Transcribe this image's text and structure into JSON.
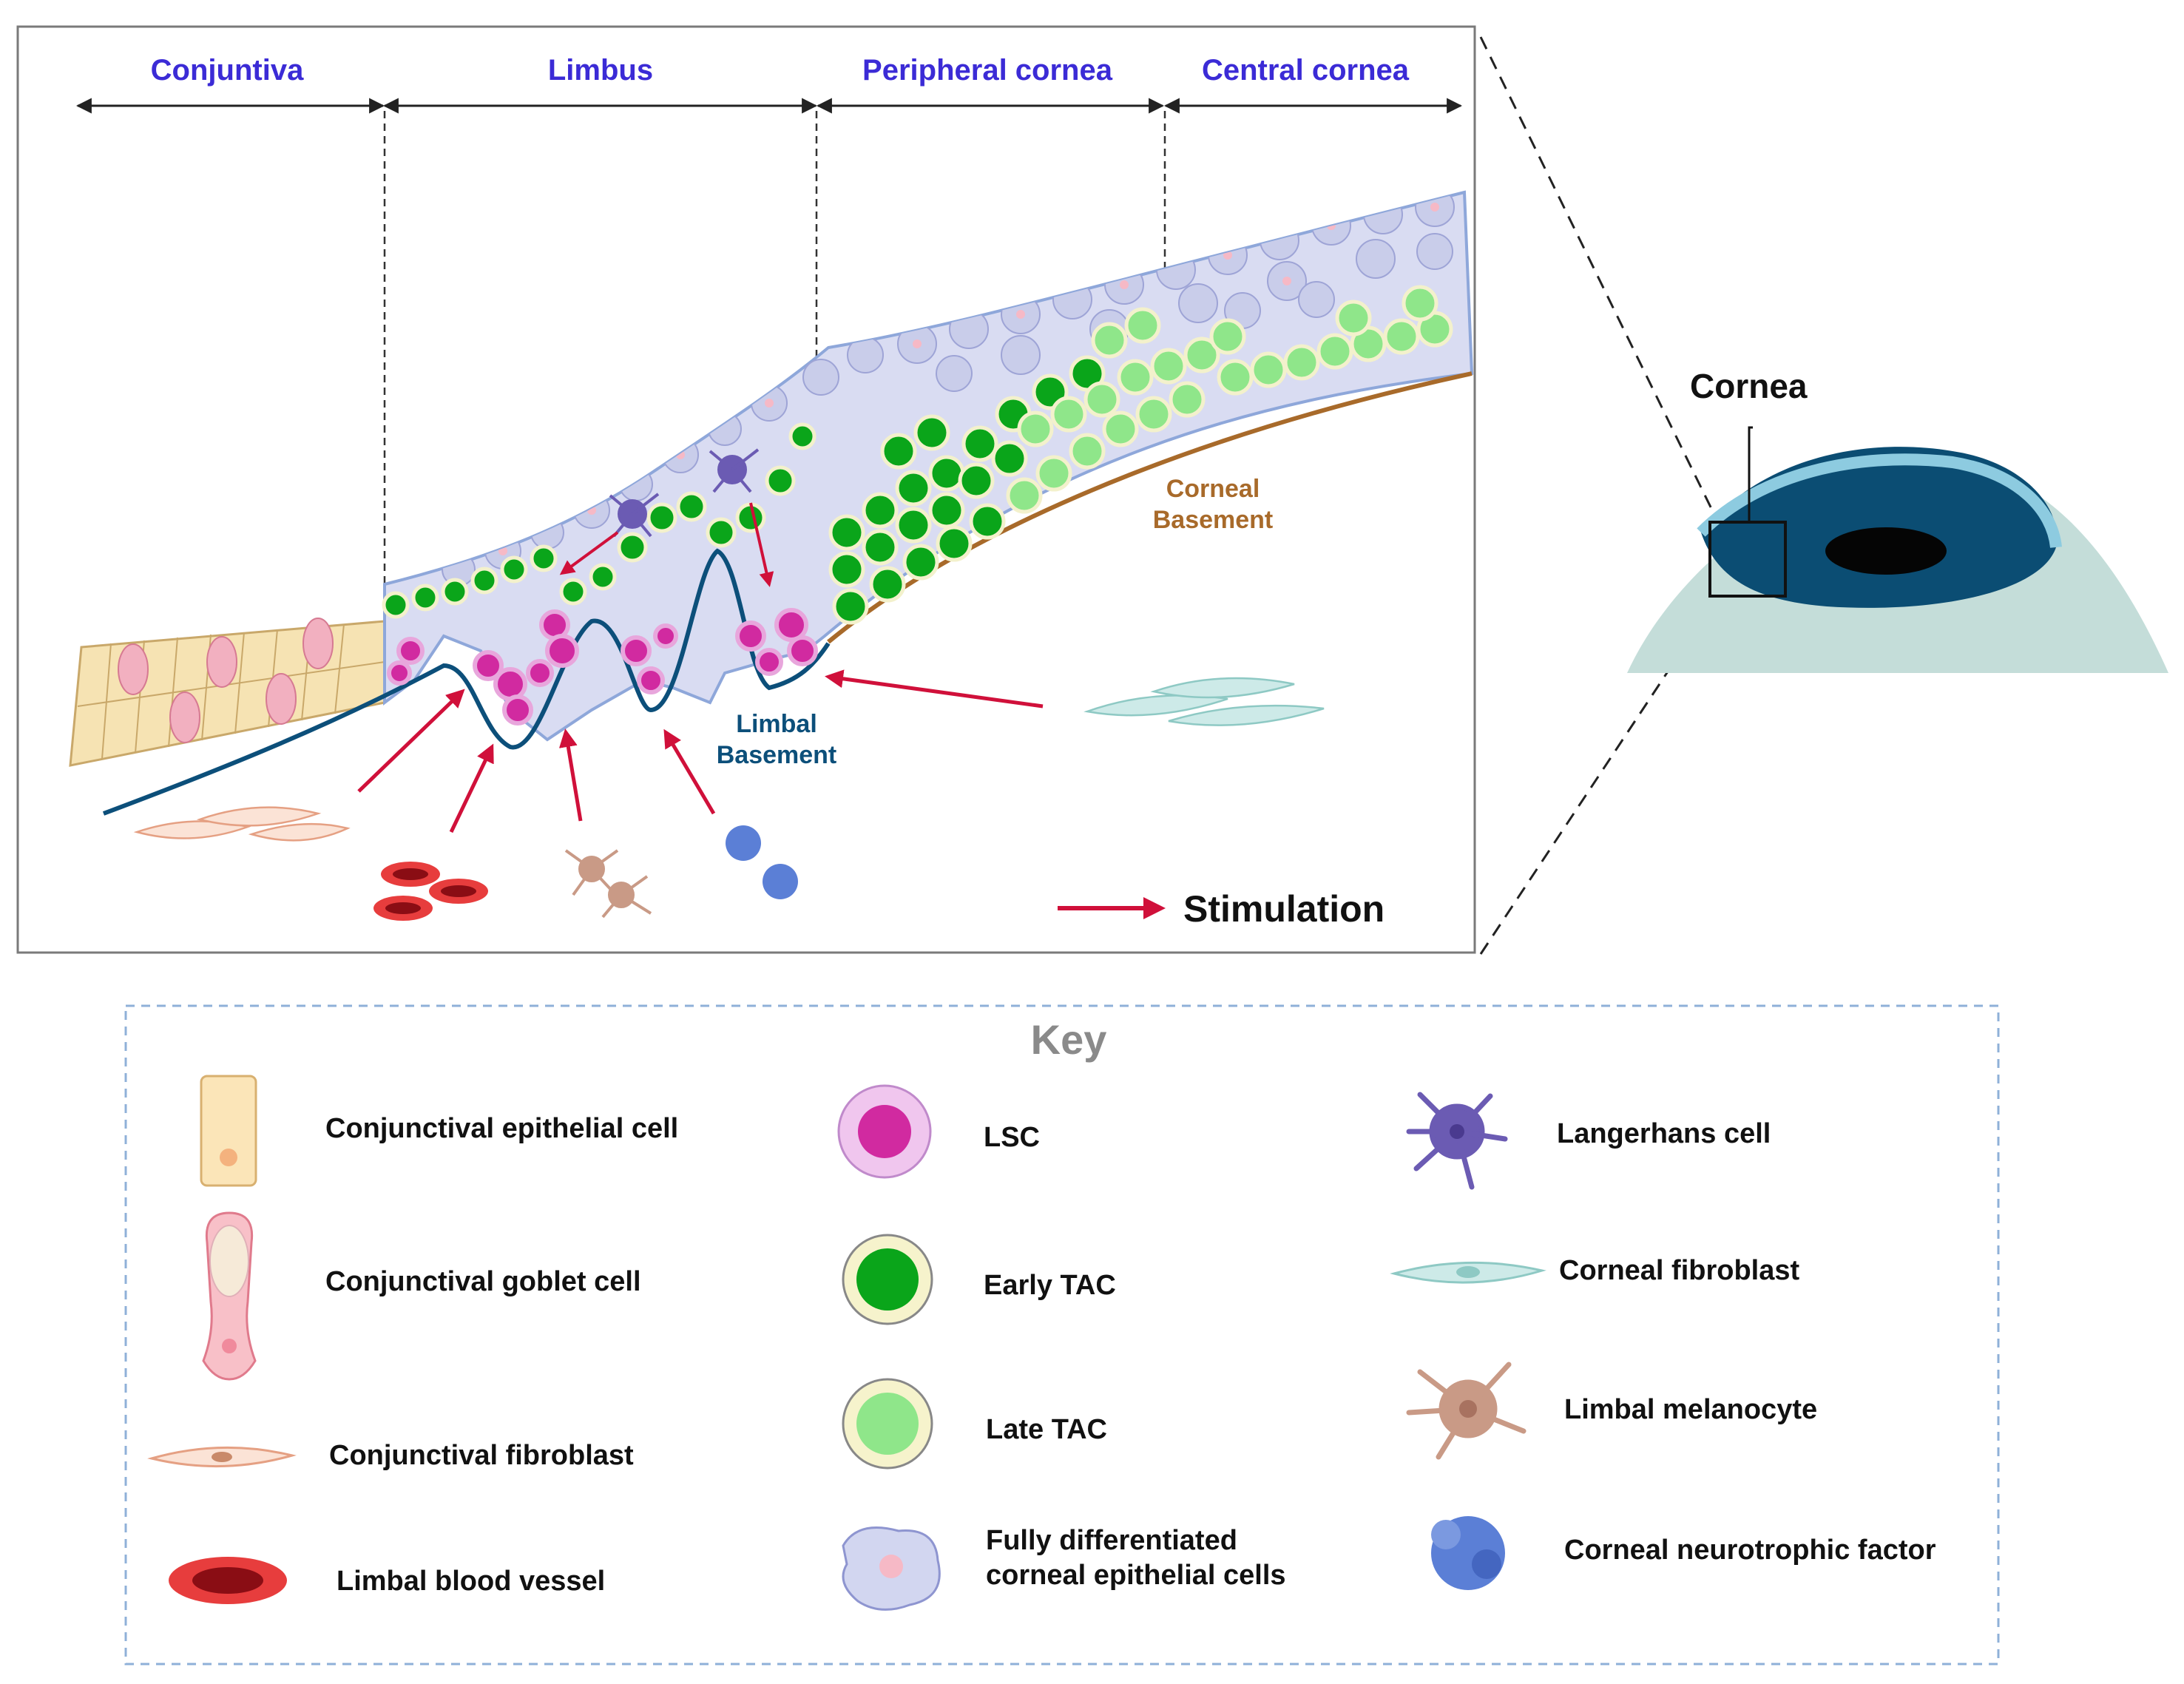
{
  "regions": {
    "conjuntiva": "Conjuntiva",
    "limbus": "Limbus",
    "peripheral": "Peripheral cornea",
    "central": "Central cornea"
  },
  "labels": {
    "corneal_basement_1": "Corneal",
    "corneal_basement_2": "Basement",
    "limbal_basement_1": "Limbal",
    "limbal_basement_2": "Basement",
    "stimulation": "Stimulation",
    "cornea": "Cornea"
  },
  "key": {
    "title": "Key",
    "items": {
      "conj_epithelial": "Conjunctival epithelial cell",
      "conj_goblet": "Conjunctival goblet cell",
      "conj_fibroblast": "Conjunctival fibroblast",
      "limbal_vessel": "Limbal blood vessel",
      "lsc": "LSC",
      "early_tac": "Early TAC",
      "late_tac": "Late TAC",
      "fully_diff_1": "Fully differentiated",
      "fully_diff_2": "corneal epithelial cells",
      "langerhans": "Langerhans cell",
      "corneal_fibroblast": "Corneal fibroblast",
      "melanocyte": "Limbal melanocyte",
      "neurotrophic": "Corneal neurotrophic factor"
    }
  },
  "colors": {
    "region_label": "#3b2bd6",
    "arrow_red": "#d0103a",
    "limbal_basement": "#0c4f7a",
    "corneal_basement": "#a86a2a",
    "early_tac": "#0aa51a",
    "late_tac": "#8fe68a",
    "lsc": "#d12aa0",
    "eye_dark": "#0b4d73"
  }
}
